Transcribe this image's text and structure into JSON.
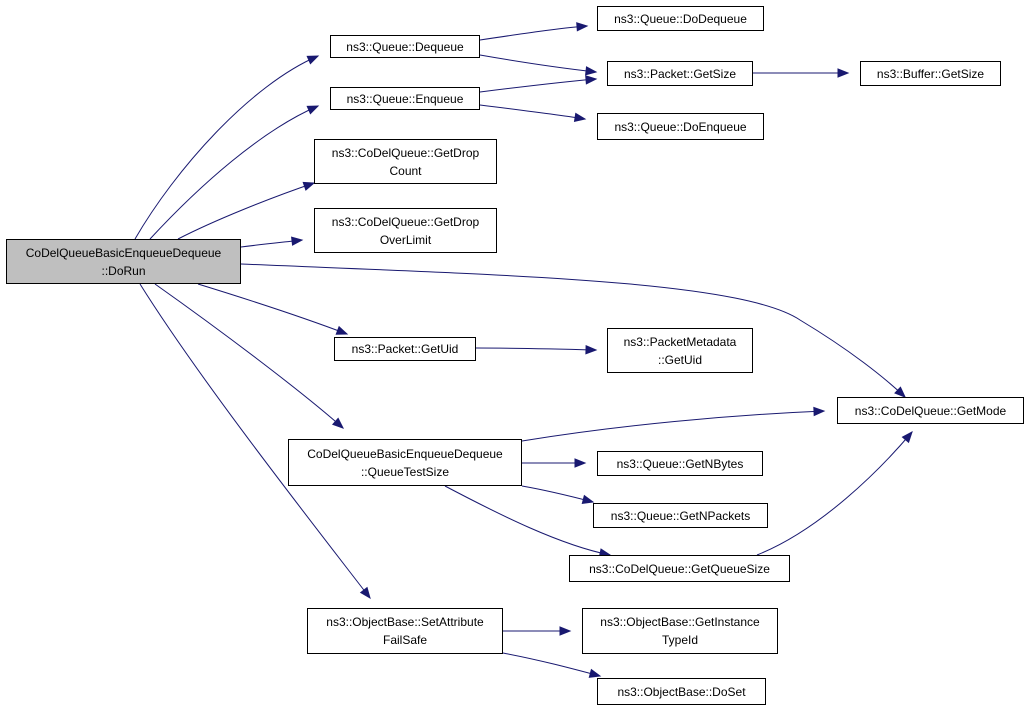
{
  "graph": {
    "edge_color": "#191970",
    "root_fill": "#bfbfbf",
    "node_fill": "#ffffff",
    "nodes": {
      "root": {
        "line1": "CoDelQueueBasicEnqueueDequeue",
        "line2": "::DoRun"
      },
      "queue_dequeue": {
        "line1": "ns3::Queue::Dequeue"
      },
      "queue_enqueue": {
        "line1": "ns3::Queue::Enqueue"
      },
      "getdropcount": {
        "line1": "ns3::CoDelQueue::GetDrop",
        "line2": "Count"
      },
      "getdropoverlimit": {
        "line1": "ns3::CoDelQueue::GetDrop",
        "line2": "OverLimit"
      },
      "packet_getuid": {
        "line1": "ns3::Packet::GetUid"
      },
      "queuetestsize": {
        "line1": "CoDelQueueBasicEnqueueDequeue",
        "line2": "::QueueTestSize"
      },
      "setattributefailsafe": {
        "line1": "ns3::ObjectBase::SetAttribute",
        "line2": "FailSafe"
      },
      "queue_dodequeue": {
        "line1": "ns3::Queue::DoDequeue"
      },
      "packet_getsize": {
        "line1": "ns3::Packet::GetSize"
      },
      "queue_doenqueue": {
        "line1": "ns3::Queue::DoEnqueue"
      },
      "buffer_getsize": {
        "line1": "ns3::Buffer::GetSize"
      },
      "metadata_getuid": {
        "line1": "ns3::PacketMetadata",
        "line2": "::GetUid"
      },
      "codel_getmode": {
        "line1": "ns3::CoDelQueue::GetMode"
      },
      "queue_getnbytes": {
        "line1": "ns3::Queue::GetNBytes"
      },
      "queue_getnpackets": {
        "line1": "ns3::Queue::GetNPackets"
      },
      "codel_getqueuesize": {
        "line1": "ns3::CoDelQueue::GetQueueSize"
      },
      "getinstancetypeid": {
        "line1": "ns3::ObjectBase::GetInstance",
        "line2": "TypeId"
      },
      "objectbase_doset": {
        "line1": "ns3::ObjectBase::DoSet"
      }
    },
    "edges": [
      [
        "root",
        "queue_dequeue"
      ],
      [
        "root",
        "queue_enqueue"
      ],
      [
        "root",
        "getdropcount"
      ],
      [
        "root",
        "getdropoverlimit"
      ],
      [
        "root",
        "codel_getmode"
      ],
      [
        "root",
        "packet_getuid"
      ],
      [
        "root",
        "queuetestsize"
      ],
      [
        "root",
        "setattributefailsafe"
      ],
      [
        "queue_dequeue",
        "queue_dodequeue"
      ],
      [
        "queue_dequeue",
        "packet_getsize"
      ],
      [
        "queue_enqueue",
        "packet_getsize"
      ],
      [
        "queue_enqueue",
        "queue_doenqueue"
      ],
      [
        "packet_getsize",
        "buffer_getsize"
      ],
      [
        "packet_getuid",
        "metadata_getuid"
      ],
      [
        "queuetestsize",
        "codel_getmode"
      ],
      [
        "queuetestsize",
        "queue_getnbytes"
      ],
      [
        "queuetestsize",
        "queue_getnpackets"
      ],
      [
        "queuetestsize",
        "codel_getqueuesize"
      ],
      [
        "codel_getqueuesize",
        "codel_getmode"
      ],
      [
        "setattributefailsafe",
        "getinstancetypeid"
      ],
      [
        "setattributefailsafe",
        "objectbase_doset"
      ]
    ]
  }
}
